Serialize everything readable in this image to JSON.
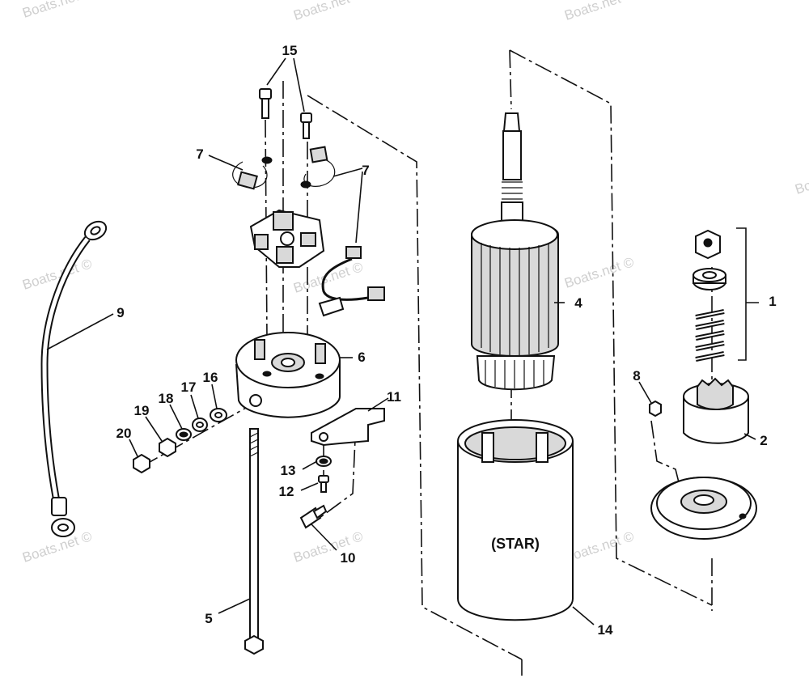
{
  "diagram": {
    "can_label": "(STAR)",
    "watermarks": [
      "Boats.net",
      "Boats.net",
      "Boats.net",
      "Boats.net ©",
      "Boats.net ©",
      "Boats.net ©",
      "Boats.net ©",
      "Boats.net ©",
      "Boats.net ©",
      "Boats.net ©"
    ],
    "callouts": [
      "1",
      "2",
      "4",
      "5",
      "6",
      "7",
      "7",
      "8",
      "9",
      "10",
      "11",
      "12",
      "13",
      "14",
      "15",
      "16",
      "17",
      "18",
      "19",
      "20"
    ]
  },
  "colors": {
    "ink": "#111111",
    "watermark": "#cfcfcf",
    "background": "#ffffff"
  }
}
